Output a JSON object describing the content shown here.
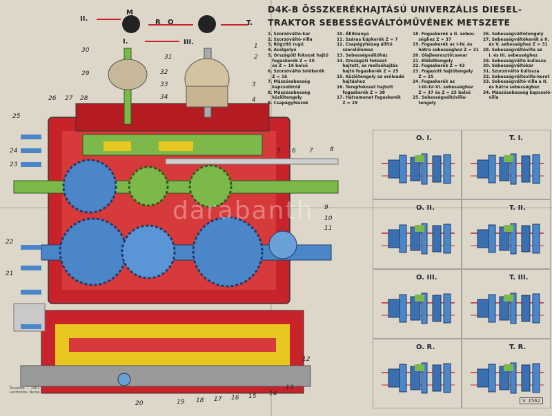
{
  "title_line1": "D4K-B ÖSSZKERÉKHAJTÁSÚ UNIVERZÁLIS DIESEL-",
  "title_line2": "TRAKTOR SEBESSÉGVÁLTÓMŰVÉNEK METSZETE",
  "shift_labels": {
    "II": "II.",
    "M": "M",
    "R": "R",
    "O": "O",
    "T": "T.",
    "I": "I.",
    "III": "III."
  },
  "legend_col1": [
    "1. Szorzóváltó-kar",
    "2. Szorzóváltó-villa",
    "3. Rögzítő rugó",
    "4. Acélgolyó",
    "5. Országúti fokozat hajtó",
    "   fogaskerék Z = 30",
    "   és Z = 16 belső",
    "6. Szorzóváltó tolókerék",
    "   Z = 16",
    "7. Mászósebesség",
    "   kapcsolórúd",
    "8. Mászósebesség",
    "   közlőtengely",
    "9. Csapágyfészek"
  ],
  "legend_col2": [
    "10. Állítóanya",
    "11. Száras kúpkerék Z = 7",
    "12. Csapágyhézag állító",
    "    szerelőlemez",
    "13. Sebességváltóház",
    "14. Országúti fokozat",
    "    hajtott, és mellsőhajtás",
    "    hajtó fogaskerék Z = 25",
    "15. Közlőtengely az erőleadó",
    "    hajtáshoz",
    "16. Terepfokozat hajtott",
    "    fogaskerék Z = 38",
    "17. Hátramenet fogaskerék",
    "    Z = 29"
  ],
  "legend_col3": [
    "18. Fogaskerék a II. sebes-",
    "    séghez Z = 37",
    "19. Fogaskerék az I–IV. és",
    "    hátra sebességhez Z = 31",
    "20. Olajleeresztőcsavar",
    "21. Előtéttengely",
    "22. Fogaskerék Z = 43",
    "23. Fogazott hajtótengely",
    "    Z = 25",
    "24. Fogaskerék az",
    "    I–III–IV–VI. sebességhez",
    "    Z = 37 és Z = 25 belső",
    "25. Sebességváltóvilla-",
    "    tengely"
  ],
  "legend_col4": [
    "26. Sebességváltótengely",
    "27. Sebességváltókerék a II.",
    "    és V. sebességhez Z = 31",
    "28. Sebességváltóvilla az",
    "    I. és III. sebességhez",
    "29. Sebességváltó kulissza",
    "30. Sebességváltókar",
    "31. Szorzóváltó kulissza",
    "32. Sebességváltóvilla-keret",
    "33. Sebességváltó-villa a II.",
    "    és hátra sebességhez",
    "34. Mászósebesség kapcsoló-",
    "    villa"
  ],
  "diagram_cells": [
    {
      "label": "O. I."
    },
    {
      "label": "T. I."
    },
    {
      "label": "O. II."
    },
    {
      "label": "T. II."
    },
    {
      "label": "O. III."
    },
    {
      "label": "T. III."
    },
    {
      "label": "O. R."
    },
    {
      "label": "T. R."
    }
  ],
  "part_numbers": [
    "1",
    "2",
    "3",
    "4",
    "5",
    "6",
    "7",
    "8",
    "9",
    "10",
    "11",
    "12",
    "13",
    "14",
    "15",
    "16",
    "17",
    "18",
    "19",
    "20",
    "21",
    "22",
    "23",
    "24",
    "25",
    "26",
    "27",
    "28",
    "29",
    "30",
    "31",
    "32",
    "33",
    "34"
  ],
  "catalog_number": "V. 1562",
  "credit": "Tervezte: ... 1961 Lektorálta: Nyilas",
  "watermark": "darabanth",
  "colors": {
    "housing_red": "#c8222a",
    "gear_blue": "#4a86c8",
    "shaft_green": "#7cb84a",
    "yellow": "#e8c820",
    "bg": "#dcd7c9"
  }
}
